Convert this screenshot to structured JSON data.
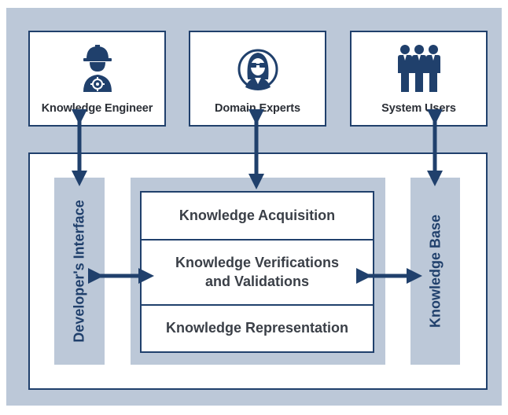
{
  "actors": [
    {
      "label": "Knowledge Engineer",
      "icon": "engineer-icon"
    },
    {
      "label": "Domain Experts",
      "icon": "expert-icon"
    },
    {
      "label": "System Users",
      "icon": "users-icon"
    }
  ],
  "left_panel": {
    "label": "Developer's Interface"
  },
  "right_panel": {
    "label": "Knowledge Base"
  },
  "center": {
    "rows": [
      {
        "label": "Knowledge Acquisition"
      },
      {
        "line1": "Knowledge Verifications",
        "line2": "and Validations"
      },
      {
        "label": "Knowledge Representation"
      }
    ]
  },
  "colors": {
    "background": "#bcc8d8",
    "accent": "#20406c",
    "text": "#3a3f47"
  }
}
